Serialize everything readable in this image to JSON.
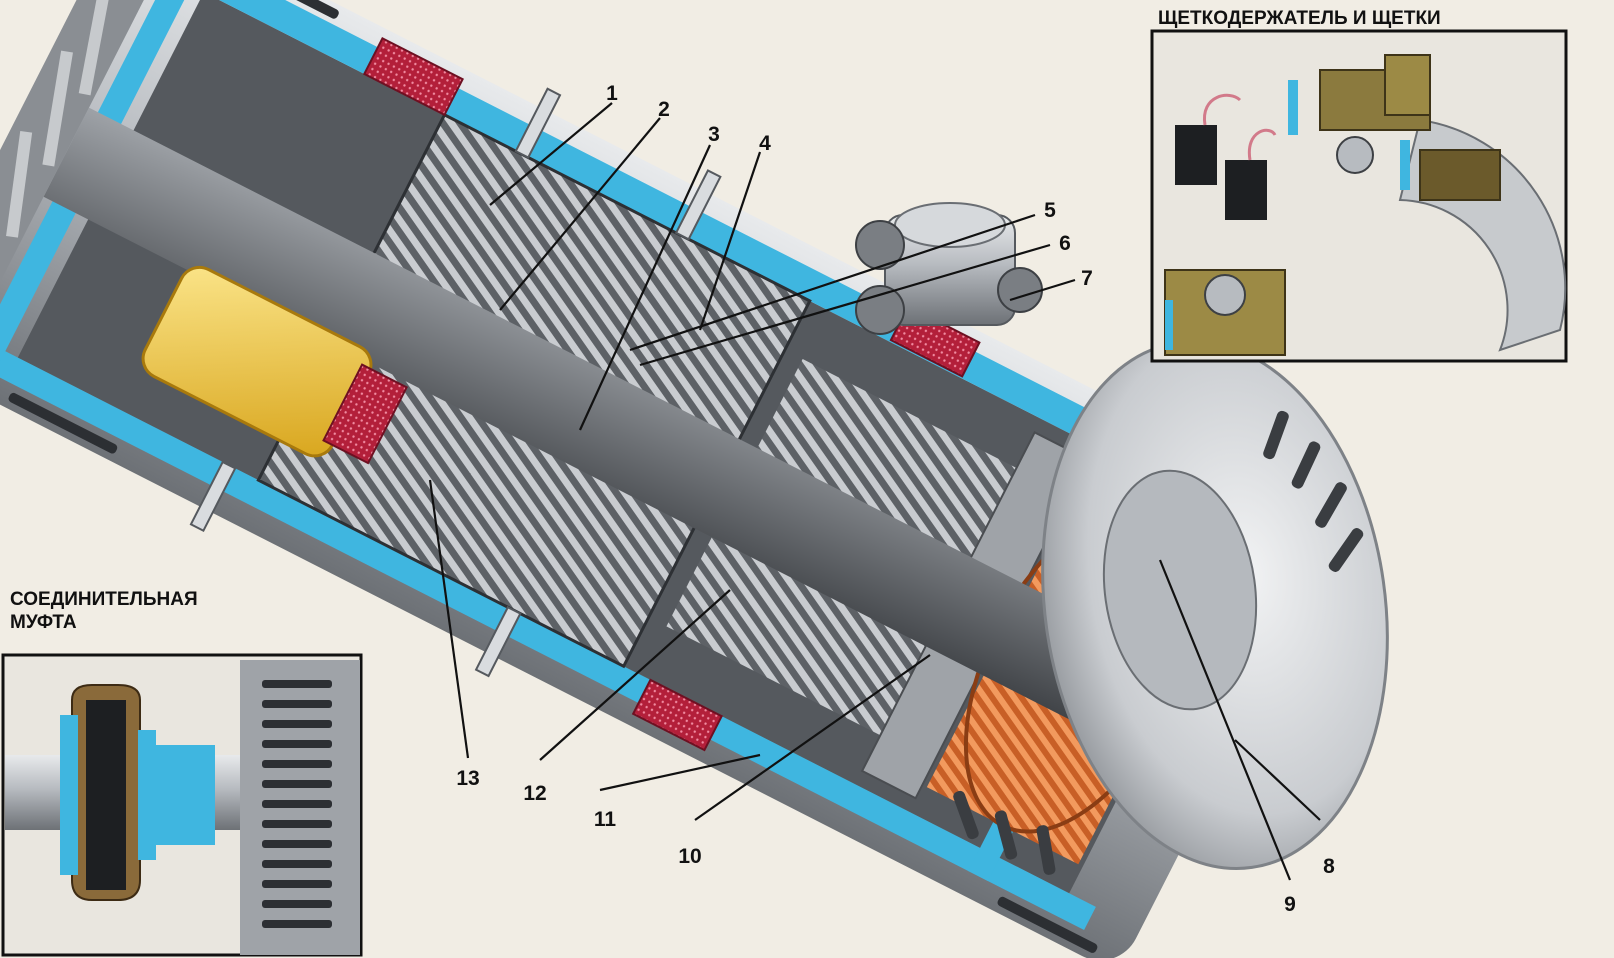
{
  "captions": {
    "brush_holder": "ЩЕТКОДЕРЖАТЕЛЬ И ЩЕТКИ",
    "coupling_line1": "СОЕДИНИТЕЛЬНАЯ",
    "coupling_line2": "МУФТА"
  },
  "callouts": [
    "1",
    "2",
    "3",
    "4",
    "5",
    "6",
    "7",
    "8",
    "9",
    "10",
    "11",
    "12",
    "13"
  ],
  "colors": {
    "background": "#f1ede4",
    "housing_cut": "#3fb6e0",
    "steel": "#b9bdc2",
    "copper_winding": "#e07a3a",
    "pole_coil": "#f2cf3c",
    "terminal_red": "#c2253d"
  }
}
